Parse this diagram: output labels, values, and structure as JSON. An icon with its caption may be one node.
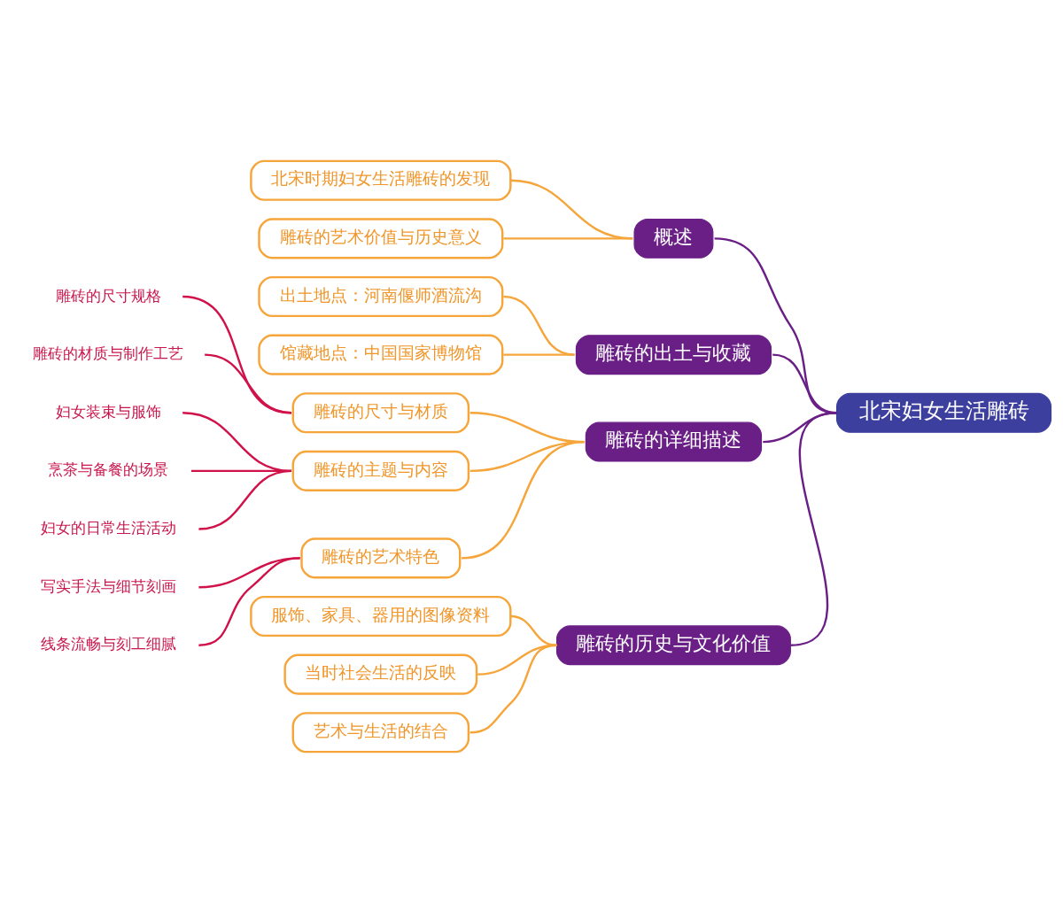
{
  "diagram": {
    "nodes": [
      {
        "text": [
          "北宋妇女生活雕砖"
        ]
      },
      {
        "text": [
          "概述"
        ]
      },
      {
        "text": [
          "北宋时期妇女生活雕砖的发现"
        ]
      },
      {
        "text": [
          "雕砖的艺术价值与历史意义"
        ]
      },
      {
        "text": [
          "雕砖的出土与收藏"
        ]
      },
      {
        "text": [
          "出土地点：河南偃师酒流沟"
        ]
      },
      {
        "text": [
          "馆藏地点：中国国家博物馆"
        ]
      },
      {
        "text": [
          "雕砖的详细描述"
        ]
      },
      {
        "text": [
          "雕砖的尺寸与材质"
        ]
      },
      {
        "text": [
          "雕砖的尺寸规格"
        ]
      },
      {
        "text": [
          "雕砖的材质与制作工艺"
        ]
      },
      {
        "text": [
          "雕砖的主题与内容"
        ]
      },
      {
        "text": [
          "妇女装束与服饰"
        ]
      },
      {
        "text": [
          "烹茶与备餐的场景"
        ]
      },
      {
        "text": [
          "妇女的日常生活活动"
        ]
      },
      {
        "text": [
          "雕砖的艺术特色"
        ]
      },
      {
        "text": [
          "写实手法与细节刻画"
        ]
      },
      {
        "text": [
          "线条流畅与刻工细腻"
        ]
      },
      {
        "text": [
          "雕砖的历史与文化价值"
        ]
      },
      {
        "text": [
          "服饰、家具、器用的图像资料"
        ]
      },
      {
        "text": [
          "当时社会生活的反映"
        ]
      },
      {
        "text": [
          "艺术与生活的结合"
        ]
      }
    ],
    "edges": [
      {
        "from": 0,
        "to": 1,
        "arrow": "none",
        "color": "#6a1f86"
      },
      {
        "from": 1,
        "to": 2,
        "arrow": "none"
      },
      {
        "from": 1,
        "to": 3,
        "arrow": "none"
      },
      {
        "from": 0,
        "to": 4,
        "arrow": "none",
        "color": "#6a1f86"
      },
      {
        "from": 4,
        "to": 5,
        "arrow": "none"
      },
      {
        "from": 4,
        "to": 6,
        "arrow": "none"
      },
      {
        "from": 0,
        "to": 7,
        "arrow": "none",
        "color": "#6a1f86"
      },
      {
        "from": 7,
        "to": 8,
        "arrow": "none"
      },
      {
        "from": 8,
        "to": 9,
        "arrow": "none",
        "color": "#d0114a"
      },
      {
        "from": 8,
        "to": 10,
        "arrow": "none",
        "color": "#d0114a"
      },
      {
        "from": 7,
        "to": 11,
        "arrow": "none"
      },
      {
        "from": 11,
        "to": 12,
        "arrow": "none",
        "color": "#d0114a"
      },
      {
        "from": 11,
        "to": 13,
        "arrow": "none",
        "color": "#d0114a"
      },
      {
        "from": 11,
        "to": 14,
        "arrow": "none",
        "color": "#d0114a"
      },
      {
        "from": 7,
        "to": 15,
        "arrow": "none"
      },
      {
        "from": 15,
        "to": 16,
        "arrow": "none",
        "color": "#d0114a"
      },
      {
        "from": 15,
        "to": 17,
        "arrow": "none",
        "color": "#d0114a"
      },
      {
        "from": 0,
        "to": 18,
        "arrow": "none",
        "color": "#6a1f86"
      },
      {
        "from": 18,
        "to": 19,
        "arrow": "none"
      },
      {
        "from": 18,
        "to": 20,
        "arrow": "none"
      },
      {
        "from": 18,
        "to": 21,
        "arrow": "none"
      }
    ]
  }
}
